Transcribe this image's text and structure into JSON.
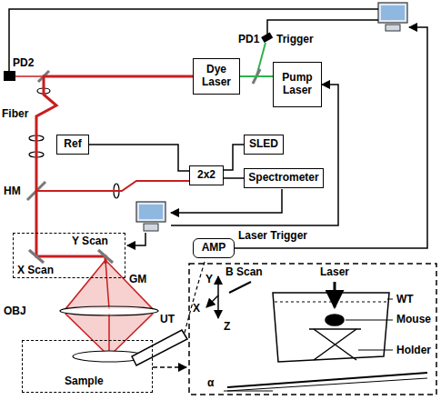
{
  "diagram": {
    "nodes": [
      {
        "text": [
          "Dye Laser"
        ]
      },
      {
        "text": [
          "Pump Laser"
        ]
      },
      {
        "text": [
          "Ref"
        ]
      },
      {
        "text": [
          "SLED"
        ]
      },
      {
        "text": [
          "2x2"
        ]
      },
      {
        "text": [
          "Spectrometer"
        ]
      },
      {
        "text": [
          "Y Scan",
          "X Scan"
        ]
      },
      {
        "text": [
          "AMP"
        ]
      },
      {
        "text": [
          "Sample"
        ]
      }
    ],
    "edges": [
      {
        "from": 1,
        "to": 0,
        "arrow": "none"
      },
      {
        "from": 2,
        "to": 4,
        "arrow": "none"
      },
      {
        "from": 3,
        "to": 4,
        "arrow": "none"
      },
      {
        "from": 4,
        "to": 5,
        "arrow": "none"
      },
      {
        "from": 0,
        "to": 6,
        "arrow": "none"
      },
      {
        "from": 4,
        "to": 6,
        "arrow": "none"
      }
    ],
    "labels": [
      "PD2",
      "PD1",
      "Trigger",
      "Fiber",
      "HM",
      "GM",
      "OBJ",
      "UT",
      "Laser Trigger",
      "B Scan",
      "Y",
      "X",
      "Z",
      "Laser",
      "WT",
      "Mouse",
      "Holder",
      "α"
    ]
  }
}
